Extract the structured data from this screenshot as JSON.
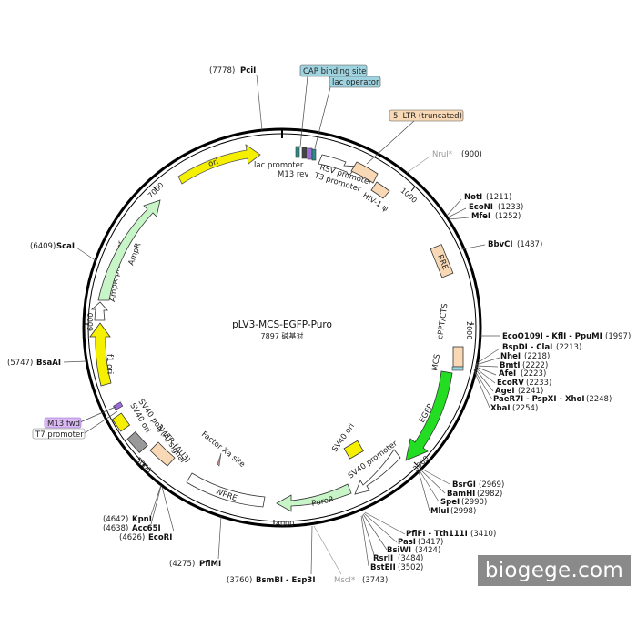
{
  "title": "pLV3-MCS-EGFP-Puro",
  "subtitle": "7897 碱基对",
  "backbone_ticks": [
    "1000",
    "2000",
    "3000",
    "4000",
    "5000",
    "6000",
    "7000"
  ],
  "features": {
    "ori_top": "ori",
    "lac_promoter": "lac promoter",
    "m13_rev": "M13 rev",
    "rsv_promoter": "RSV promoter",
    "t3_promoter": "T3 promoter",
    "hiv1_psi": "HIV-1 ψ",
    "rre": "RRE",
    "cppt_cts": "cPPT/CTS",
    "mcs": "MCS",
    "egfp": "EGFP",
    "sv40_promoter": "SV40 promoter",
    "sv40_ori_inner": "SV40 ori",
    "puror": "PuroR",
    "wpre": "WPRE",
    "factor_xa": "Factor Xa site",
    "ltr_3": "3' LTR (ΔU3)",
    "sv40_polya": "SV40 poly(A) signal",
    "sv40_ori_left": "SV40 ori",
    "f1_ori": "f1 ori",
    "ampr_promoter": "AmpR promoter",
    "ampr": "AmpR"
  },
  "callouts": {
    "cap_binding": "CAP binding site",
    "lac_operator": "lac operator",
    "ltr_5": "5' LTR (truncated)",
    "m13_fwd": "M13 fwd",
    "t7_promoter": "T7 promoter"
  },
  "sites": {
    "pcii": {
      "pos": "(7778)",
      "name": "PciI"
    },
    "nrui": {
      "pos": "(900)",
      "name": "NruI*"
    },
    "noti": {
      "pos": "(1211)",
      "name": "NotI"
    },
    "econi": {
      "pos": "(1233)",
      "name": "EcoNI"
    },
    "mfei": {
      "pos": "(1252)",
      "name": "MfeI"
    },
    "bbvci": {
      "pos": "(1487)",
      "name": "BbvCI"
    },
    "eco": {
      "pos": "(1997)",
      "name": "EcoO109I - KflI - PpuMI"
    },
    "bspdi": {
      "pos": "(2213)",
      "name": "BspDI - ClaI"
    },
    "nhei": {
      "pos": "(2218)",
      "name": "NheI"
    },
    "bmti": {
      "pos": "(2222)",
      "name": "BmtI"
    },
    "afei": {
      "pos": "(2223)",
      "name": "AfeI"
    },
    "ecorv": {
      "pos": "(2233)",
      "name": "EcoRV"
    },
    "agei": {
      "pos": "(2241)",
      "name": "AgeI"
    },
    "paer7i": {
      "pos": "(2248)",
      "name": "PaeR7I - PspXI - XhoI"
    },
    "xbai": {
      "pos": "(2254)",
      "name": "XbaI"
    },
    "bsrgi": {
      "pos": "(2969)",
      "name": "BsrGI"
    },
    "bamhi": {
      "pos": "(2982)",
      "name": "BamHI"
    },
    "spei": {
      "pos": "(2990)",
      "name": "SpeI"
    },
    "mlui": {
      "pos": "(2998)",
      "name": "MluI"
    },
    "pflfi": {
      "pos": "(3410)",
      "name": "PflFI - Tth111I"
    },
    "pasi": {
      "pos": "(3417)",
      "name": "PasI"
    },
    "bsiwi": {
      "pos": "(3424)",
      "name": "BsiWI"
    },
    "rsrii": {
      "pos": "(3484)",
      "name": "RsrII"
    },
    "bsteii": {
      "pos": "(3502)",
      "name": "BstEII"
    },
    "msci": {
      "pos": "(3743)",
      "name": "MscI*"
    },
    "bsmbi": {
      "pos": "(3760)",
      "name": "BsmBI - Esp3I"
    },
    "pflmi": {
      "pos": "(4275)",
      "name": "PflMI"
    },
    "kpni": {
      "pos": "(4642)",
      "name": "KpnI"
    },
    "acc65i": {
      "pos": "(4638)",
      "name": "Acc65I"
    },
    "ecori": {
      "pos": "(4626)",
      "name": "EcoRI"
    },
    "bsaai": {
      "pos": "(5747)",
      "name": "BsaAI"
    },
    "scai": {
      "pos": "(6409)",
      "name": "ScaI"
    }
  },
  "watermark": "biogege.com",
  "colors": {
    "yellow": "#f5f000",
    "green": "#22dd22",
    "light_green": "#c8f5c8",
    "peach": "#f9d9b5",
    "teal": "#9fd3df",
    "purple": "#9b6bd8",
    "gray": "#999999"
  }
}
